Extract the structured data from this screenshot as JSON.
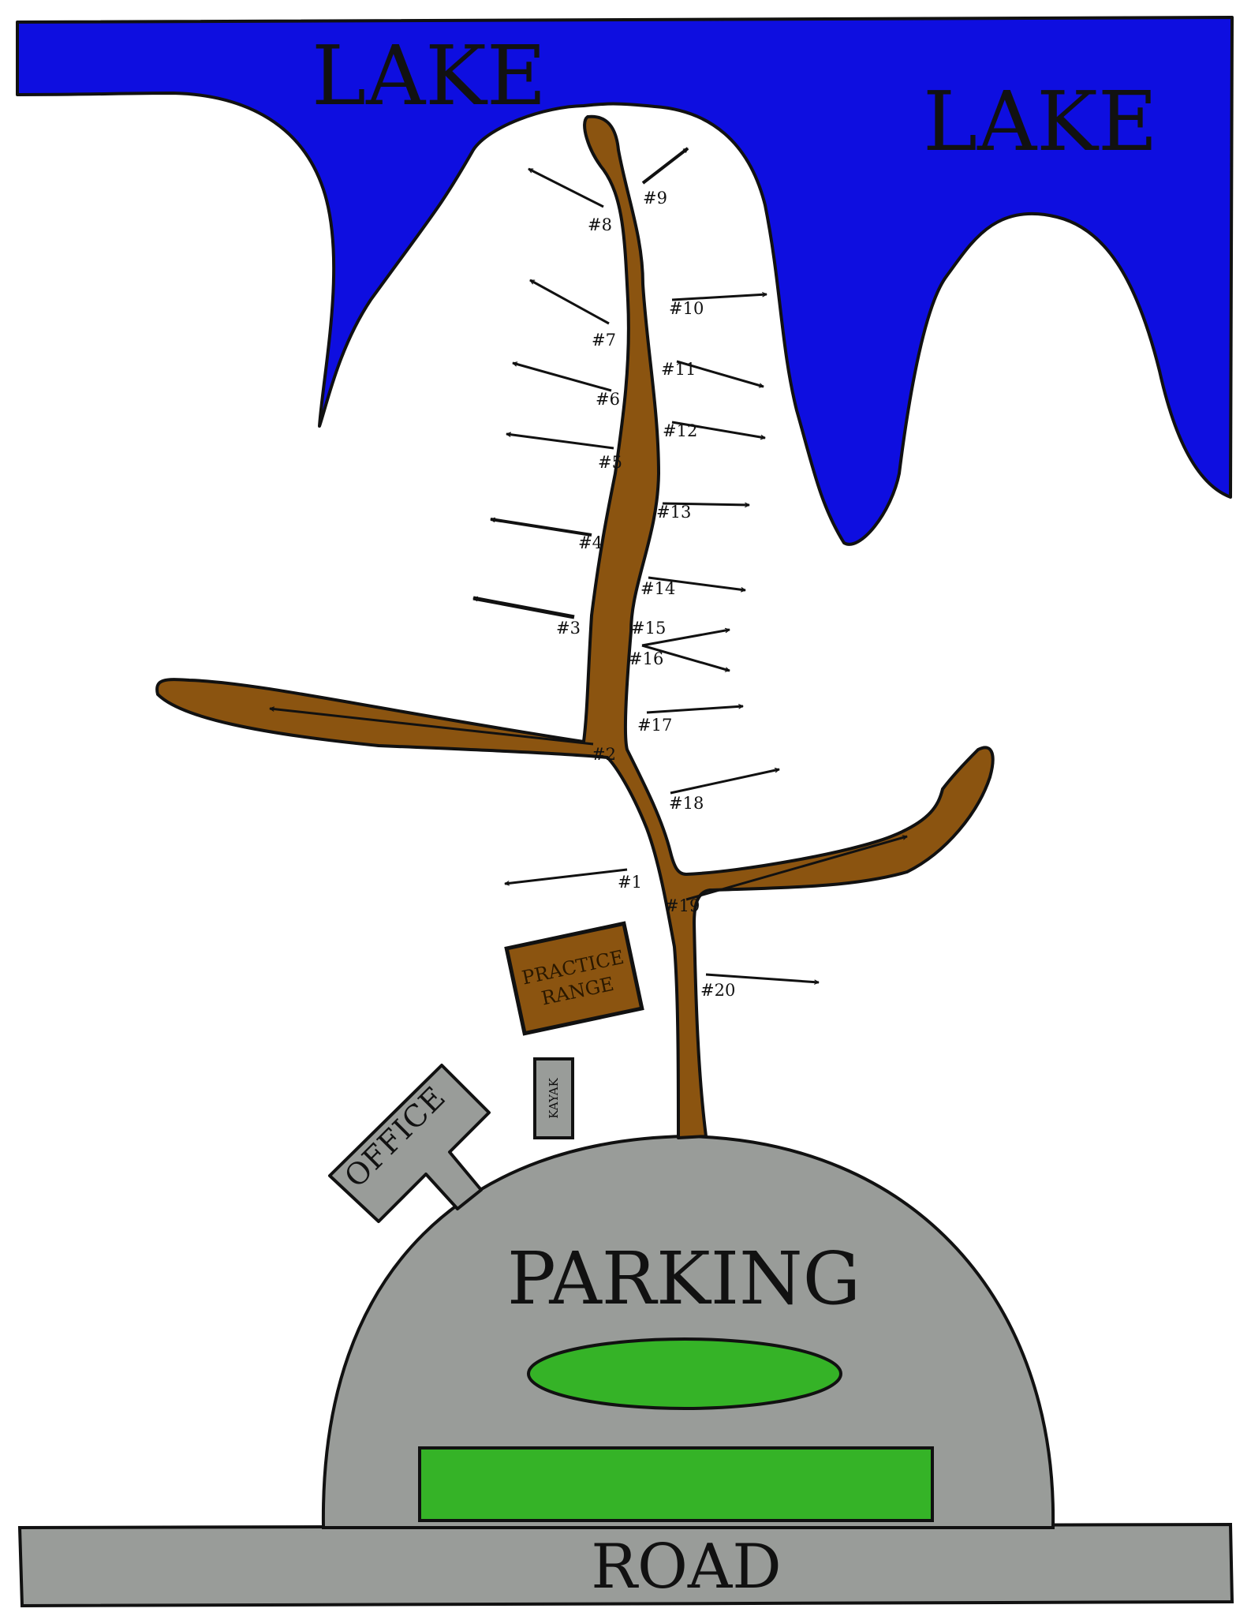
{
  "map": {
    "lakes": [
      "LAKE",
      "LAKE"
    ],
    "parking_label": "PARKING",
    "road_label": "ROAD",
    "office_label": "OFFICE",
    "kayak_label": "KAYAK",
    "practice_range_lines": [
      "PRACTICE",
      "RANGE"
    ],
    "holes": [
      "#1",
      "#2",
      "#3",
      "#4",
      "#5",
      "#6",
      "#7",
      "#8",
      "#9",
      "#10",
      "#11",
      "#12",
      "#13",
      "#14",
      "#15",
      "#16",
      "#17",
      "#18",
      "#19",
      "#20"
    ]
  },
  "colors": {
    "lake": "#0e0ee0",
    "trail": "#8b5410",
    "parking": "#999c99",
    "green": "#35b327",
    "outline": "#111111"
  }
}
